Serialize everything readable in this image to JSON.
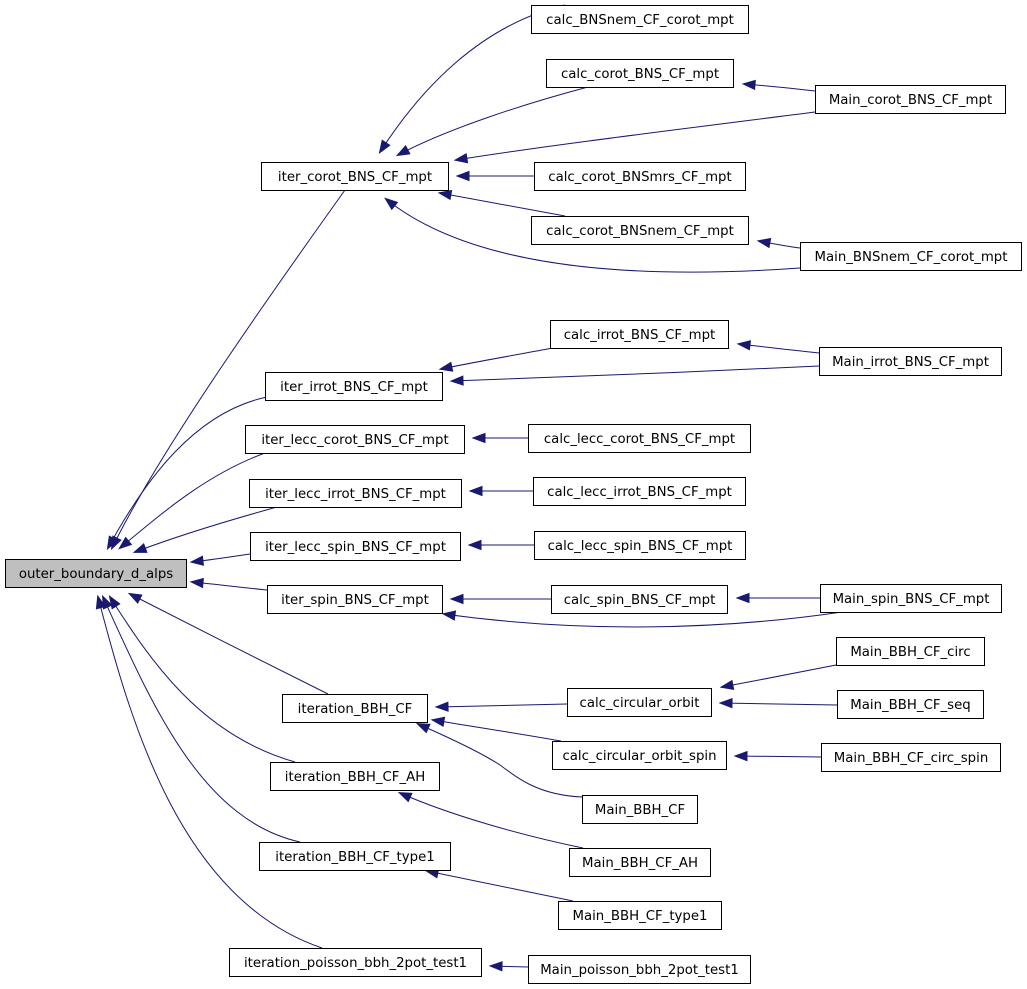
{
  "graph": {
    "root": "outer_boundary_d_alps",
    "nodes": [
      {
        "id": "root",
        "label": "outer_boundary_d_alps"
      },
      {
        "id": "iter_corot_BNS_CF_mpt",
        "label": "iter_corot_BNS_CF_mpt"
      },
      {
        "id": "iter_irrot_BNS_CF_mpt",
        "label": "iter_irrot_BNS_CF_mpt"
      },
      {
        "id": "iter_lecc_corot_BNS_CF_mpt",
        "label": "iter_lecc_corot_BNS_CF_mpt"
      },
      {
        "id": "iter_lecc_irrot_BNS_CF_mpt",
        "label": "iter_lecc_irrot_BNS_CF_mpt"
      },
      {
        "id": "iter_lecc_spin_BNS_CF_mpt",
        "label": "iter_lecc_spin_BNS_CF_mpt"
      },
      {
        "id": "iter_spin_BNS_CF_mpt",
        "label": "iter_spin_BNS_CF_mpt"
      },
      {
        "id": "iteration_BBH_CF",
        "label": "iteration_BBH_CF"
      },
      {
        "id": "iteration_BBH_CF_AH",
        "label": "iteration_BBH_CF_AH"
      },
      {
        "id": "iteration_BBH_CF_type1",
        "label": "iteration_BBH_CF_type1"
      },
      {
        "id": "iteration_poisson_bbh_2pot_test1",
        "label": "iteration_poisson_bbh_2pot_test1"
      },
      {
        "id": "calc_BNSnem_CF_corot_mpt",
        "label": "calc_BNSnem_CF_corot_mpt"
      },
      {
        "id": "calc_corot_BNS_CF_mpt",
        "label": "calc_corot_BNS_CF_mpt"
      },
      {
        "id": "calc_corot_BNSmrs_CF_mpt",
        "label": "calc_corot_BNSmrs_CF_mpt"
      },
      {
        "id": "calc_corot_BNSnem_CF_mpt",
        "label": "calc_corot_BNSnem_CF_mpt"
      },
      {
        "id": "calc_irrot_BNS_CF_mpt",
        "label": "calc_irrot_BNS_CF_mpt"
      },
      {
        "id": "calc_lecc_corot_BNS_CF_mpt",
        "label": "calc_lecc_corot_BNS_CF_mpt"
      },
      {
        "id": "calc_lecc_irrot_BNS_CF_mpt",
        "label": "calc_lecc_irrot_BNS_CF_mpt"
      },
      {
        "id": "calc_lecc_spin_BNS_CF_mpt",
        "label": "calc_lecc_spin_BNS_CF_mpt"
      },
      {
        "id": "calc_spin_BNS_CF_mpt",
        "label": "calc_spin_BNS_CF_mpt"
      },
      {
        "id": "calc_circular_orbit",
        "label": "calc_circular_orbit"
      },
      {
        "id": "calc_circular_orbit_spin",
        "label": "calc_circular_orbit_spin"
      },
      {
        "id": "Main_BBH_CF",
        "label": "Main_BBH_CF"
      },
      {
        "id": "Main_BBH_CF_AH",
        "label": "Main_BBH_CF_AH"
      },
      {
        "id": "Main_BBH_CF_type1",
        "label": "Main_BBH_CF_type1"
      },
      {
        "id": "Main_poisson_bbh_2pot_test1",
        "label": "Main_poisson_bbh_2pot_test1"
      },
      {
        "id": "Main_corot_BNS_CF_mpt",
        "label": "Main_corot_BNS_CF_mpt"
      },
      {
        "id": "Main_BNSnem_CF_corot_mpt",
        "label": "Main_BNSnem_CF_corot_mpt"
      },
      {
        "id": "Main_irrot_BNS_CF_mpt",
        "label": "Main_irrot_BNS_CF_mpt"
      },
      {
        "id": "Main_spin_BNS_CF_mpt",
        "label": "Main_spin_BNS_CF_mpt"
      },
      {
        "id": "Main_BBH_CF_circ",
        "label": "Main_BBH_CF_circ"
      },
      {
        "id": "Main_BBH_CF_seq",
        "label": "Main_BBH_CF_seq"
      },
      {
        "id": "Main_BBH_CF_circ_spin",
        "label": "Main_BBH_CF_circ_spin"
      }
    ],
    "edges": [
      {
        "from": "iter_corot_BNS_CF_mpt",
        "to": "root"
      },
      {
        "from": "iter_irrot_BNS_CF_mpt",
        "to": "root"
      },
      {
        "from": "iter_lecc_corot_BNS_CF_mpt",
        "to": "root"
      },
      {
        "from": "iter_lecc_irrot_BNS_CF_mpt",
        "to": "root"
      },
      {
        "from": "iter_lecc_spin_BNS_CF_mpt",
        "to": "root"
      },
      {
        "from": "iter_spin_BNS_CF_mpt",
        "to": "root"
      },
      {
        "from": "iteration_BBH_CF",
        "to": "root"
      },
      {
        "from": "iteration_BBH_CF_AH",
        "to": "root"
      },
      {
        "from": "iteration_BBH_CF_type1",
        "to": "root"
      },
      {
        "from": "iteration_poisson_bbh_2pot_test1",
        "to": "root"
      },
      {
        "from": "calc_BNSnem_CF_corot_mpt",
        "to": "iter_corot_BNS_CF_mpt"
      },
      {
        "from": "calc_corot_BNS_CF_mpt",
        "to": "iter_corot_BNS_CF_mpt"
      },
      {
        "from": "Main_corot_BNS_CF_mpt",
        "to": "iter_corot_BNS_CF_mpt"
      },
      {
        "from": "calc_corot_BNSmrs_CF_mpt",
        "to": "iter_corot_BNS_CF_mpt"
      },
      {
        "from": "calc_corot_BNSnem_CF_mpt",
        "to": "iter_corot_BNS_CF_mpt"
      },
      {
        "from": "Main_BNSnem_CF_corot_mpt",
        "to": "iter_corot_BNS_CF_mpt"
      },
      {
        "from": "Main_corot_BNS_CF_mpt",
        "to": "calc_corot_BNS_CF_mpt"
      },
      {
        "from": "Main_BNSnem_CF_corot_mpt",
        "to": "calc_corot_BNSnem_CF_mpt"
      },
      {
        "from": "calc_irrot_BNS_CF_mpt",
        "to": "iter_irrot_BNS_CF_mpt"
      },
      {
        "from": "Main_irrot_BNS_CF_mpt",
        "to": "iter_irrot_BNS_CF_mpt"
      },
      {
        "from": "Main_irrot_BNS_CF_mpt",
        "to": "calc_irrot_BNS_CF_mpt"
      },
      {
        "from": "calc_lecc_corot_BNS_CF_mpt",
        "to": "iter_lecc_corot_BNS_CF_mpt"
      },
      {
        "from": "calc_lecc_irrot_BNS_CF_mpt",
        "to": "iter_lecc_irrot_BNS_CF_mpt"
      },
      {
        "from": "calc_lecc_spin_BNS_CF_mpt",
        "to": "iter_lecc_spin_BNS_CF_mpt"
      },
      {
        "from": "calc_spin_BNS_CF_mpt",
        "to": "iter_spin_BNS_CF_mpt"
      },
      {
        "from": "Main_spin_BNS_CF_mpt",
        "to": "iter_spin_BNS_CF_mpt"
      },
      {
        "from": "Main_spin_BNS_CF_mpt",
        "to": "calc_spin_BNS_CF_mpt"
      },
      {
        "from": "calc_circular_orbit",
        "to": "iteration_BBH_CF"
      },
      {
        "from": "calc_circular_orbit_spin",
        "to": "iteration_BBH_CF"
      },
      {
        "from": "Main_BBH_CF",
        "to": "iteration_BBH_CF"
      },
      {
        "from": "Main_BBH_CF_circ",
        "to": "calc_circular_orbit"
      },
      {
        "from": "Main_BBH_CF_seq",
        "to": "calc_circular_orbit"
      },
      {
        "from": "Main_BBH_CF_circ_spin",
        "to": "calc_circular_orbit_spin"
      },
      {
        "from": "Main_BBH_CF_AH",
        "to": "iteration_BBH_CF_AH"
      },
      {
        "from": "Main_BBH_CF_type1",
        "to": "iteration_BBH_CF_type1"
      },
      {
        "from": "Main_poisson_bbh_2pot_test1",
        "to": "iteration_poisson_bbh_2pot_test1"
      }
    ]
  },
  "colors": {
    "edge": "#191970",
    "root_fill": "#bfbfbf",
    "node_fill": "#ffffff",
    "node_border": "#000000"
  }
}
